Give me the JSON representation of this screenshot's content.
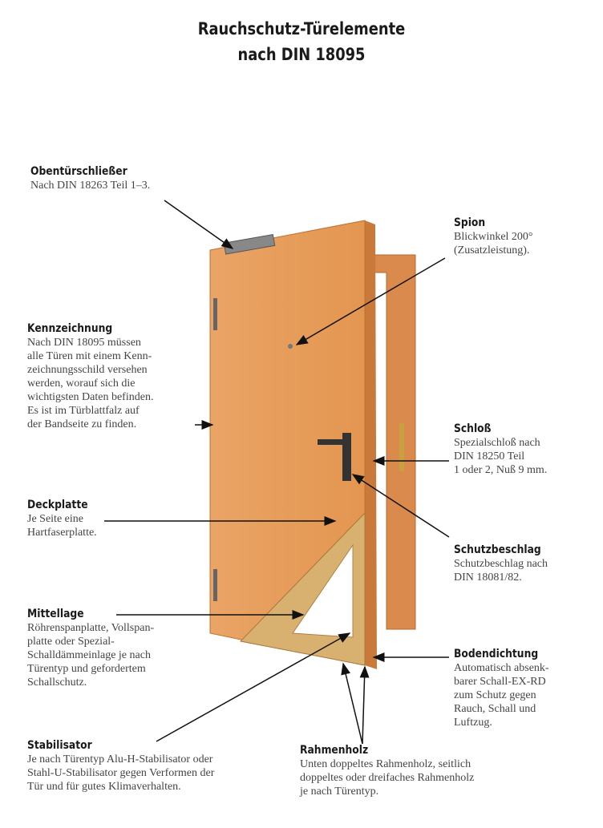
{
  "title": {
    "line1": "Rauchschutz-Türelemente",
    "line2": "nach DIN 18095"
  },
  "labels": [
    {
      "id": "obentuerschliesser",
      "heading": "Obentürschließer",
      "text": "Nach DIN 18263 Teil 1–3."
    },
    {
      "id": "spion",
      "heading": "Spion",
      "text": "Blickwinkel 200°\n(Zusatzleistung)."
    },
    {
      "id": "kennzeichnung",
      "heading": "Kennzeichnung",
      "text": "Nach DIN 18095 müssen\nalle Türen mit einem Kenn-\nzeichnungsschild versehen\nwerden, worauf sich die\nwichtigsten Daten befinden.\nEs ist im Türblattfalz auf\nder Bandseite zu finden."
    },
    {
      "id": "schloss",
      "heading": "Schloß",
      "text": "Spezialschloß nach\nDIN 18250 Teil\n1 oder 2, Nuß 9 mm."
    },
    {
      "id": "deckplatte",
      "heading": "Deckplatte",
      "text": "Je Seite eine\nHartfaserplatte."
    },
    {
      "id": "schutzbeschlag",
      "heading": "Schutzbeschlag",
      "text": "Schutzbeschlag nach\nDIN 18081/82."
    },
    {
      "id": "mittellage",
      "heading": "Mittellage",
      "text": "Röhrenspanplatte, Vollspan-\nplatte oder Spezial-\nSchalldämmeinlage je nach\nTürentyp und gefordertem\nSchallschutz."
    },
    {
      "id": "bodendichtung",
      "heading": "Bodendichtung",
      "text": "Automatisch absenk-\nbarer Schall-EX-RD\nzum Schutz gegen\nRauch, Schall und\nLuftzug."
    },
    {
      "id": "stabilisator",
      "heading": "Stabilisator",
      "text": "Je nach Türentyp Alu-H-Stabilisator oder\nStahl-U-Stabilisator gegen Verformen der\nTür und für gutes Klimaverhalten."
    },
    {
      "id": "rahmenholz",
      "heading": "Rahmenholz",
      "text": "Unten doppeltes Rahmenholz, seitlich\ndoppeltes oder dreifaches Rahmenholz\nje nach Türentyp."
    }
  ],
  "colors": {
    "door": "#e8a060",
    "door_edge": "#c97a3a",
    "frame": "#d98a4c",
    "core": "#d8b070"
  }
}
